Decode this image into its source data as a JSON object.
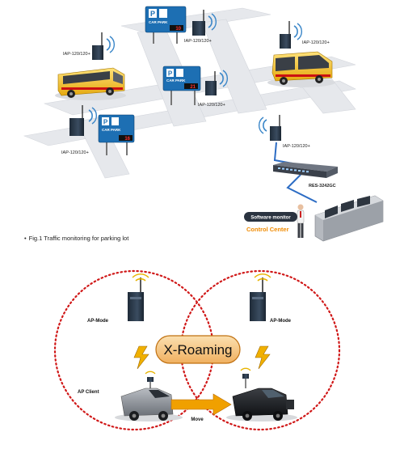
{
  "top": {
    "device_labels": [
      "IAP-120/120+",
      "IAP-120/120+",
      "IAP-120/120+",
      "IAP-120/120+",
      "IAP-120/120+",
      "IAP-120/120+"
    ],
    "switch_label": "RES-3242GC",
    "software_monitor": "Software monitor",
    "control_center": "Control Center",
    "sign_title": "CAR PARK",
    "sign_p": "P",
    "sign_counts": [
      "10",
      "21",
      "16"
    ],
    "caption_bullet": "•",
    "caption": "Fig.1 Traffic monitoring for parking lot"
  },
  "bottom": {
    "ap_mode_left": "AP-Mode",
    "ap_mode_right": "AP-Mode",
    "roaming": "X-Roaming",
    "ap_client": "AP Client",
    "move": "Move"
  },
  "colors": {
    "road": "#e6e8ec",
    "circle": "#d01818",
    "roaming_fill": "#f3c27a",
    "roaming_border": "#c07010",
    "arrow": "#f0a000",
    "control_center": "#f08a00",
    "sign_blue": "#1d6fb3",
    "bus_yellow": "#f2c21c",
    "device_dark": "#2b3a4a",
    "wifi_blue": "#3a86c8",
    "wifi_yellow": "#e8b400"
  }
}
